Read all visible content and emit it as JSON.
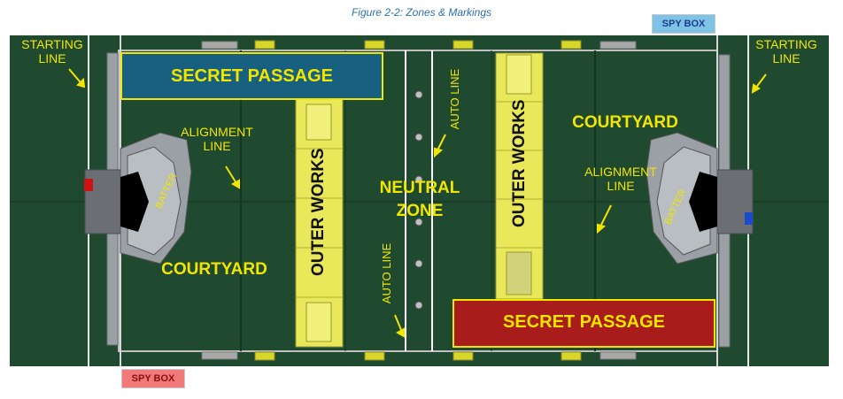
{
  "caption": "Figure 2-2: Zones & Markings",
  "colors": {
    "field_green": "#1f4a30",
    "label_yellow": "#f2e600",
    "outer_works_fill": "#e8e85a",
    "blue_passage": "#17607f",
    "red_passage": "#a81c1c",
    "red_spybox": "#f07a7a",
    "blue_spybox": "#7ec2e6"
  },
  "labels": {
    "starting_line_left": "STARTING LINE",
    "starting_line_right": "STARTING LINE",
    "secret_passage_blue": "SECRET PASSAGE",
    "secret_passage_red": "SECRET PASSAGE",
    "alignment_line_left": "ALIGNMENT LINE",
    "alignment_line_right": "ALIGNMENT LINE",
    "courtyard_left": "COURTYARD",
    "courtyard_right": "COURTYARD",
    "outer_works_left": "OUTER WORKS",
    "outer_works_right": "OUTER WORKS",
    "neutral_zone": "NEUTRAL ZONE",
    "auto_line_top": "AUTO LINE",
    "auto_line_bottom": "AUTO LINE",
    "batter_left": "BATTER",
    "batter_right": "BATTER",
    "spy_box_blue": "SPY BOX",
    "spy_box_red": "SPY BOX"
  }
}
